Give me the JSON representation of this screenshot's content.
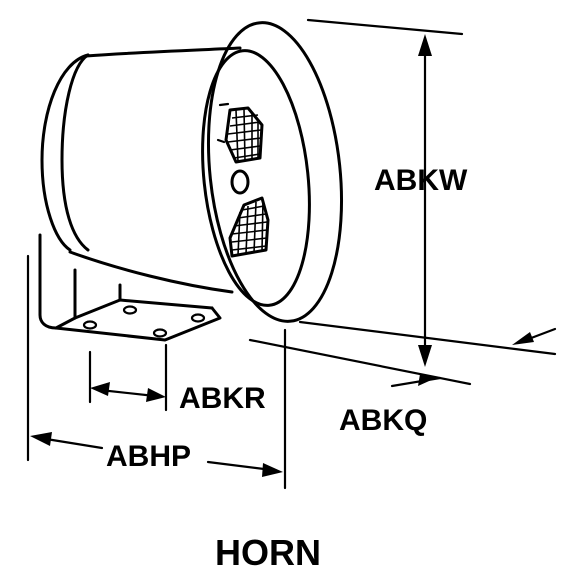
{
  "title": "HORN",
  "dimensions": {
    "width": "ABKW",
    "depth_mount": "ABKR",
    "offset": "ABKQ",
    "overall": "ABHP"
  },
  "colors": {
    "line": "#000000",
    "background": "#ffffff"
  }
}
